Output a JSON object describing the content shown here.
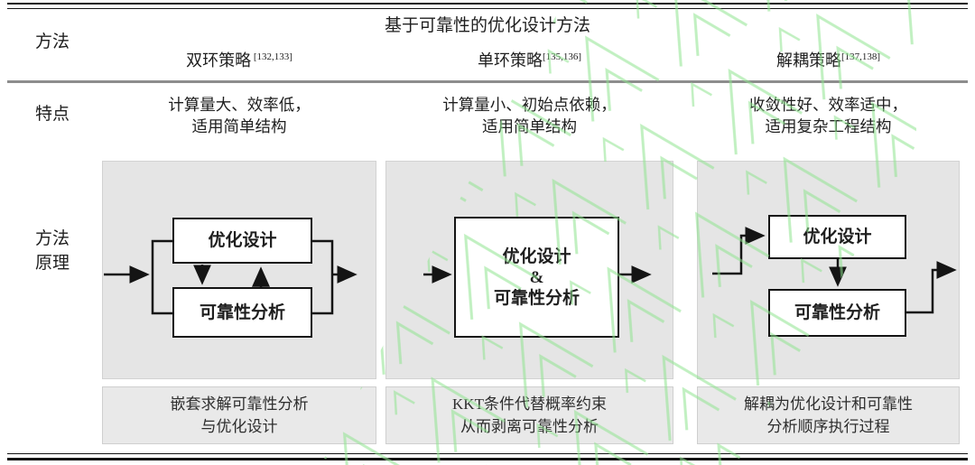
{
  "header": {
    "group_title": "基于可靠性的优化设计方法",
    "columns": [
      {
        "label": "双环策略",
        "ref": " [132,133]"
      },
      {
        "label": "单环策略",
        "ref": "[135,136]"
      },
      {
        "label": "解耦策略",
        "ref": "[137,138]"
      }
    ]
  },
  "row_labels": {
    "method": "方法",
    "features": "特点",
    "principle_line1": "方法",
    "principle_line2": "原理"
  },
  "features": [
    {
      "line1": "计算量大、效率低，",
      "line2": "适用简单结构"
    },
    {
      "line1": "计算量小、初始点依赖，",
      "line2": "适用简单结构"
    },
    {
      "line1": "收敛性好、效率适中，",
      "line2": "适用复杂工程结构"
    }
  ],
  "diagrams": {
    "double_loop": {
      "box_top": "优化设计",
      "box_bottom": "可靠性分析"
    },
    "single_loop": {
      "box_line1": "优化设计",
      "box_line2": "&",
      "box_line3": "可靠性分析"
    },
    "decoupled": {
      "box_top": "优化设计",
      "box_bottom": "可靠性分析"
    }
  },
  "summaries": [
    {
      "line1": "嵌套求解可靠性分析",
      "line2": "与优化设计"
    },
    {
      "line1": "KKT条件代替概率约束",
      "line2": "从而剥离可靠性分析"
    },
    {
      "line1": "解耦为优化设计和可靠性",
      "line2": "分析顺序执行过程"
    }
  ],
  "colors": {
    "panel_bg": "#e5e5e5",
    "summary_bg": "#e9e9e9",
    "flow_box_border": "#141414",
    "rule_black": "#141414",
    "rule_gray": "#8d8d8d",
    "watermark_green": "#8fe48f",
    "text": "#1e1e1e"
  }
}
